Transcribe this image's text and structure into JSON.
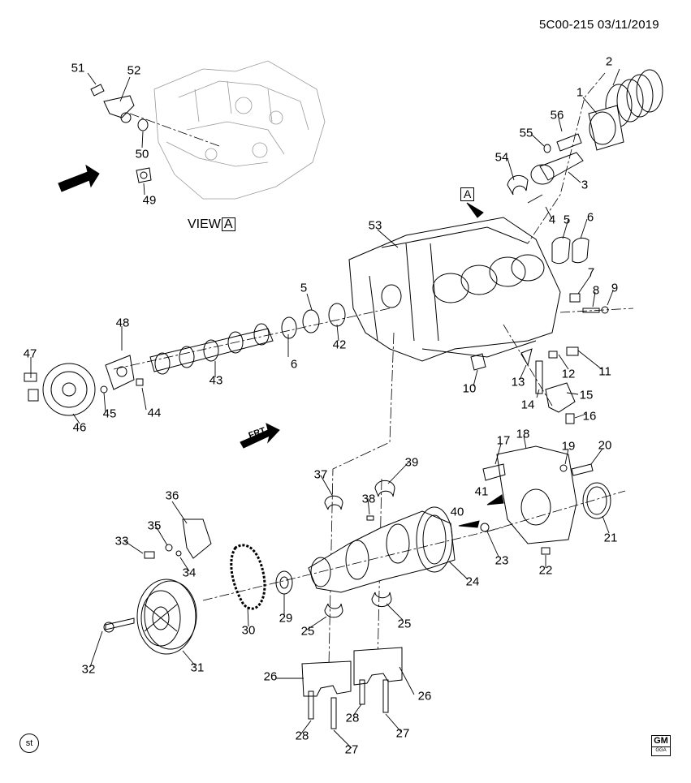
{
  "header": {
    "document_id": "5C00-215",
    "date": "03/11/2019"
  },
  "view_label": {
    "text": "VIEW",
    "box": "A"
  },
  "view_marker": "A",
  "frt_label": "FRT",
  "badge_st": "st",
  "logo": {
    "name": "GM",
    "sub": "GGA"
  },
  "callouts": [
    "51",
    "52",
    "50",
    "49",
    "2",
    "1",
    "56",
    "55",
    "54",
    "3",
    "4",
    "5",
    "6",
    "53",
    "7",
    "8",
    "9",
    "5",
    "6",
    "42",
    "48",
    "47",
    "43",
    "44",
    "45",
    "46",
    "10",
    "12",
    "11",
    "13",
    "14",
    "15",
    "16",
    "17",
    "18",
    "19",
    "20",
    "37",
    "39",
    "38",
    "41",
    "40",
    "21",
    "22",
    "23",
    "24",
    "36",
    "35",
    "33",
    "34",
    "30",
    "29",
    "25",
    "25",
    "32",
    "31",
    "26",
    "26",
    "28",
    "28",
    "27",
    "27"
  ],
  "colors": {
    "line": "#000000",
    "fill": "#ffffff",
    "shade": "#d9d9d9"
  }
}
